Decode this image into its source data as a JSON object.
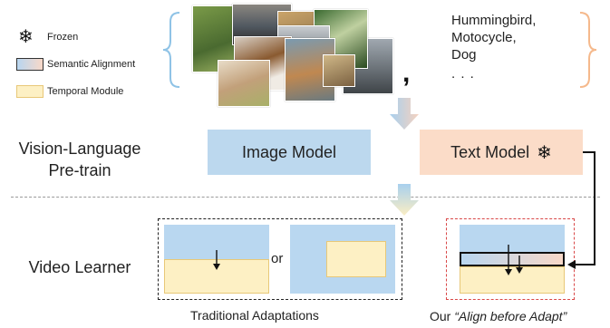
{
  "legend": {
    "items": [
      {
        "label": "Frozen",
        "icon": "snowflake-icon"
      },
      {
        "label": "Semantic Alignment",
        "swatch": "gradient-blue-to-peach"
      },
      {
        "label": "Temporal Module",
        "swatch": "#fdf0c4"
      }
    ]
  },
  "classes": {
    "line1": "Hummingbird,",
    "line2": "Motocycle,",
    "line3": "Dog",
    "more": ". . ."
  },
  "comma": ",",
  "stages": {
    "pretrain_line1": "Vision-Language",
    "pretrain_line2": "Pre-train",
    "video": "Video Learner"
  },
  "models": {
    "image": "Image Model",
    "text": "Text Model"
  },
  "or_label": "or",
  "captions": {
    "traditional": "Traditional Adaptations",
    "ours_prefix": "Our ",
    "ours_italic": "“Align before Adapt”"
  },
  "colors": {
    "image_model": "#bcd8ee",
    "text_model": "#fbdcc8",
    "temporal": "#fdf0c4",
    "blue_panel": "#b9d7f0",
    "red_dash": "#d94848",
    "brace_blue": "#8fc3e6",
    "brace_orange": "#f5b98c"
  }
}
